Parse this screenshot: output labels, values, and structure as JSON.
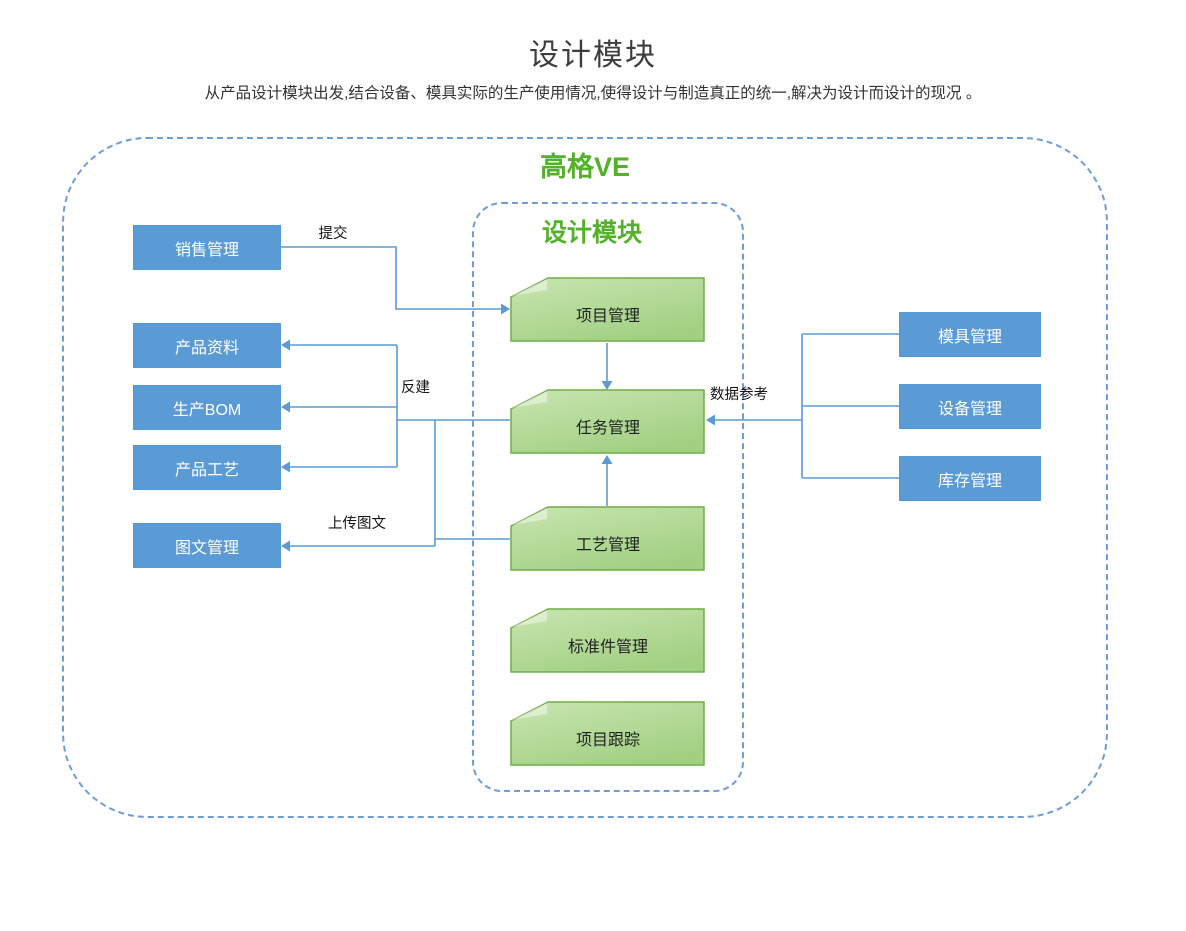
{
  "page": {
    "title": "设计模块",
    "subtitle": "从产品设计模块出发,结合设备、模具实际的生产使用情况,使得设计与制造真正的统一,解决为设计而设计的现况 。"
  },
  "outer_group": {
    "label": "高格VE"
  },
  "inner_group": {
    "label": "设计模块"
  },
  "left_modules": [
    {
      "label": "销售管理"
    },
    {
      "label": "产品资料"
    },
    {
      "label": "生产BOM"
    },
    {
      "label": "产品工艺"
    },
    {
      "label": "图文管理"
    }
  ],
  "core_modules": [
    {
      "label": "项目管理"
    },
    {
      "label": "任务管理"
    },
    {
      "label": "工艺管理"
    },
    {
      "label": "标准件管理"
    },
    {
      "label": "项目跟踪"
    }
  ],
  "right_modules": [
    {
      "label": "模具管理"
    },
    {
      "label": "设备管理"
    },
    {
      "label": "库存管理"
    }
  ],
  "edge_labels": {
    "submit": "提交",
    "rebuild": "反建",
    "upload": "上传图文",
    "data_reference": "数据参考"
  },
  "colors": {
    "module_blue": "#5b9bd5",
    "connector_blue": "#5b9bd5",
    "dashed_border_blue": "#6d9ed9",
    "green_shape_border": "#70ad47",
    "green_shape_fill_light": "#c9e5b1",
    "green_shape_fill_dark": "#a2d083",
    "brand_green": "#54b22a",
    "title_gray": "#3d3d3d"
  }
}
